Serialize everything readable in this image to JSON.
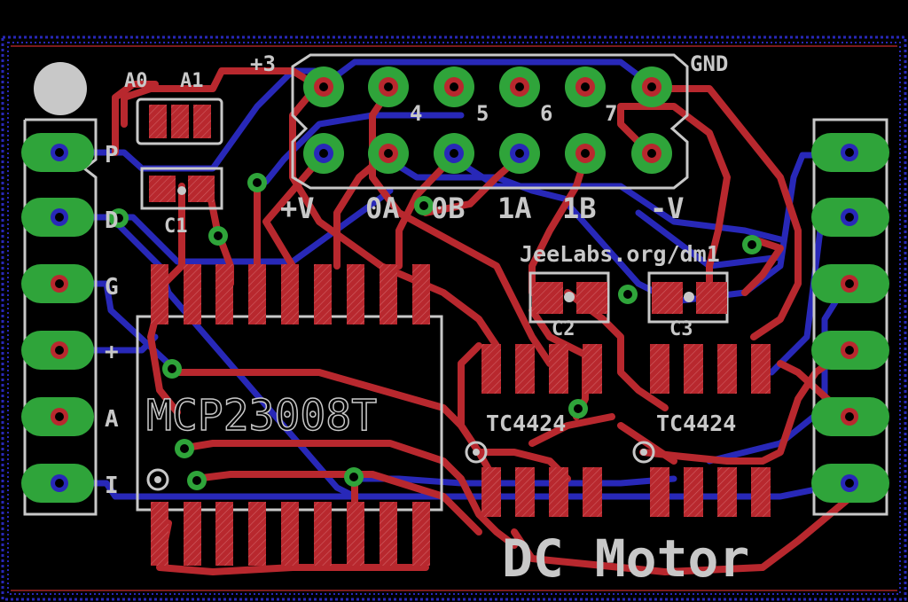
{
  "colors": {
    "background": "#000000",
    "top_copper": "#b8282e",
    "bottom_copper": "#2828b8",
    "pad_green": "#2fa43a",
    "silkscreen": "#c8c8c8",
    "outline": "#7a1b1b"
  },
  "labels": {
    "plus3": "+3",
    "gnd": "GND",
    "a0": "A0",
    "a1": "A1",
    "hdr4": "4",
    "hdr5": "5",
    "hdr6": "6",
    "hdr7": "7",
    "plusv": "+V",
    "zero_a": "0A",
    "zero_b": "0B",
    "one_a": "1A",
    "one_b": "1B",
    "minusv": "-V",
    "c1": "C1",
    "c2": "C2",
    "c3": "C3",
    "jeelabs": "JeeLabs.org/dm1",
    "mcp": "MCP23008T",
    "tc_left": "TC4424",
    "tc_right": "TC4424",
    "title": "DC Motor",
    "pin_p": "P",
    "pin_d": "D",
    "pin_g": "G",
    "pin_plus": "+",
    "pin_a": "A",
    "pin_i": "I"
  }
}
